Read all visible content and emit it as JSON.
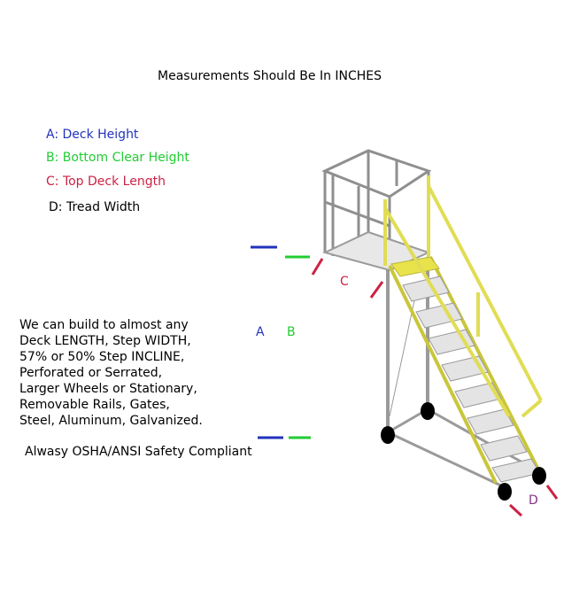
{
  "title": "Measurements Should Be In INCHES",
  "legend": [
    {
      "key": "A",
      "text": "A: Deck Height",
      "color": "#2233bb"
    },
    {
      "key": "B",
      "text": "B: Bottom Clear Height",
      "color": "#22cc33"
    },
    {
      "key": "C",
      "text": "C: Top Deck Length",
      "color": "#cc2244"
    },
    {
      "key": "D",
      "text": "D: Tread Width",
      "color": "#000000"
    }
  ],
  "capabilities": [
    "We can build to almost any",
    "Deck LENGTH, Step WIDTH,",
    "57% or 50% Step INCLINE,",
    "Perforated or Serrated,",
    "Larger Wheels or Stationary,",
    "Removable Rails, Gates,",
    "Steel, Aluminum, Galvanized."
  ],
  "compliance": "Alwasy OSHA/ANSI Safety Compliant",
  "dimension_labels": {
    "A": "A",
    "B": "B",
    "C": "C",
    "D": "D"
  },
  "colors": {
    "A": "#2233bb",
    "B": "#22cc33",
    "C": "#cc2244",
    "D": "#883388",
    "rail": "#e6e35a",
    "frame": "#9a9a9a"
  }
}
